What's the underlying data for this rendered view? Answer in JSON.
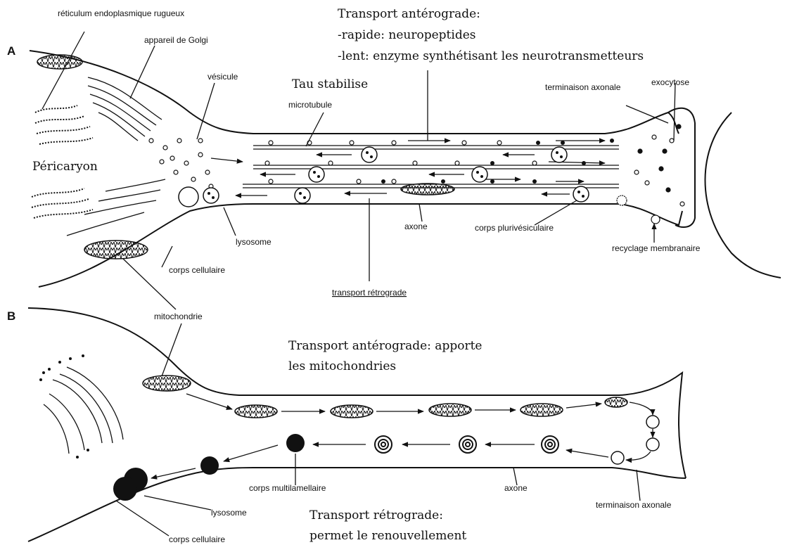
{
  "panelA": {
    "letter": "A",
    "labels": {
      "rer": "réticulum endoplasmique rugueux",
      "golgi": "appareil de Golgi",
      "vesicule": "vésicule",
      "microtubule": "microtubule",
      "terminaison": "terminaison axonale",
      "exocytose": "exocytose",
      "pericaryon": "Péricaryon",
      "lysosome": "lysosome",
      "axone": "axone",
      "corps_pluri": "corps plurivésiculaire",
      "recyclage": "recyclage membranaire",
      "corps_cellulaire": "corps cellulaire",
      "transport_retro": "transport rétrograde"
    },
    "notes": {
      "antero_title": "Transport antérograde:",
      "antero_rapide": "-rapide: neuropeptides",
      "antero_lent": "-lent: enzyme synthétisant les neurotransmetteurs",
      "tau": "Tau stabilise"
    }
  },
  "panelB": {
    "letter": "B",
    "labels": {
      "mitochondrie": "mitochondrie",
      "corps_multi": "corps multilamellaire",
      "axone": "axone",
      "terminaison": "terminaison axonale",
      "lysosome": "lysosome",
      "corps_cellulaire": "corps cellulaire"
    },
    "notes": {
      "antero_line1": "Transport antérograde: apporte",
      "antero_line2": "les mitochondries",
      "retro_line1": "Transport rétrograde:",
      "retro_line2": "permet le renouvellement"
    }
  }
}
